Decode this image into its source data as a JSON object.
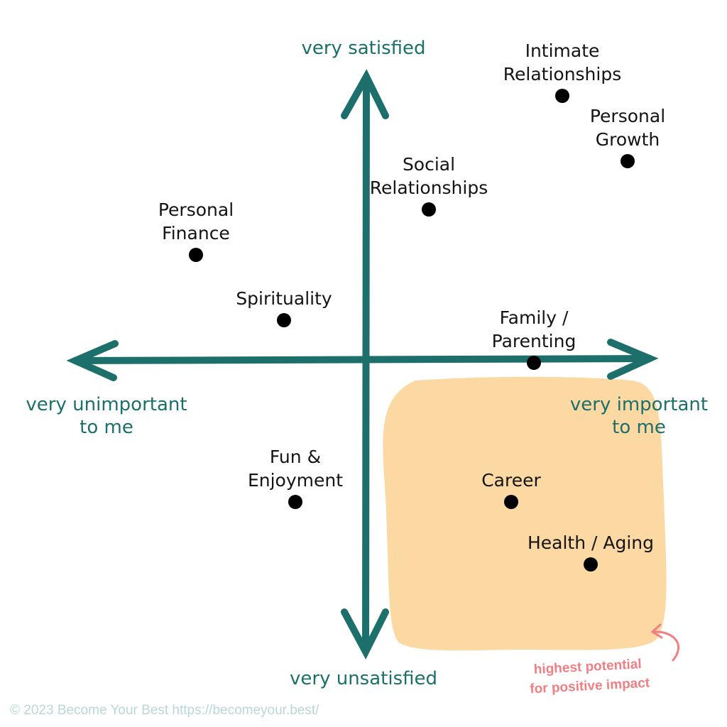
{
  "chart_data": {
    "type": "scatter",
    "title": "",
    "axes": {
      "x_negative_label": [
        "very unimportant",
        "to me"
      ],
      "x_positive_label": [
        "very important",
        "to me"
      ],
      "y_positive_label": "very satisfied",
      "y_negative_label": "very unsatisfied"
    },
    "xlim": [
      -10,
      10
    ],
    "ylim": [
      -10,
      10
    ],
    "grid": false,
    "points": [
      {
        "label": [
          "Intimate",
          "Relationships"
        ],
        "x": 6.9,
        "y": 9.3
      },
      {
        "label": [
          "Personal",
          "Growth"
        ],
        "x": 9.2,
        "y": 7.0
      },
      {
        "label": [
          "Social",
          "Relationships"
        ],
        "x": 2.2,
        "y": 5.3
      },
      {
        "label": [
          "Personal",
          "Finance"
        ],
        "x": -6.0,
        "y": 3.7
      },
      {
        "label": [
          "Spirituality"
        ],
        "x": -2.9,
        "y": 1.4
      },
      {
        "label": [
          "Family /",
          "Parenting"
        ],
        "x": 5.9,
        "y": -0.1
      },
      {
        "label": [
          "Fun &",
          "Enjoyment"
        ],
        "x": -2.5,
        "y": -5.0
      },
      {
        "label": [
          "Career"
        ],
        "x": 5.1,
        "y": -5.0
      },
      {
        "label": [
          "Health / Aging"
        ],
        "x": 7.9,
        "y": -7.2
      }
    ],
    "highlight_region": {
      "quadrant": "bottom-right",
      "note": [
        "highest potential",
        "for positive impact"
      ]
    }
  },
  "footer": "© 2023 Become Your Best   https://becomeyour.best/",
  "colors": {
    "axis": "#1c6f6b",
    "highlight_fill": "#fcd9a2",
    "note": "#f07f83",
    "point": "#000000",
    "footer": "#b9d7d7"
  }
}
